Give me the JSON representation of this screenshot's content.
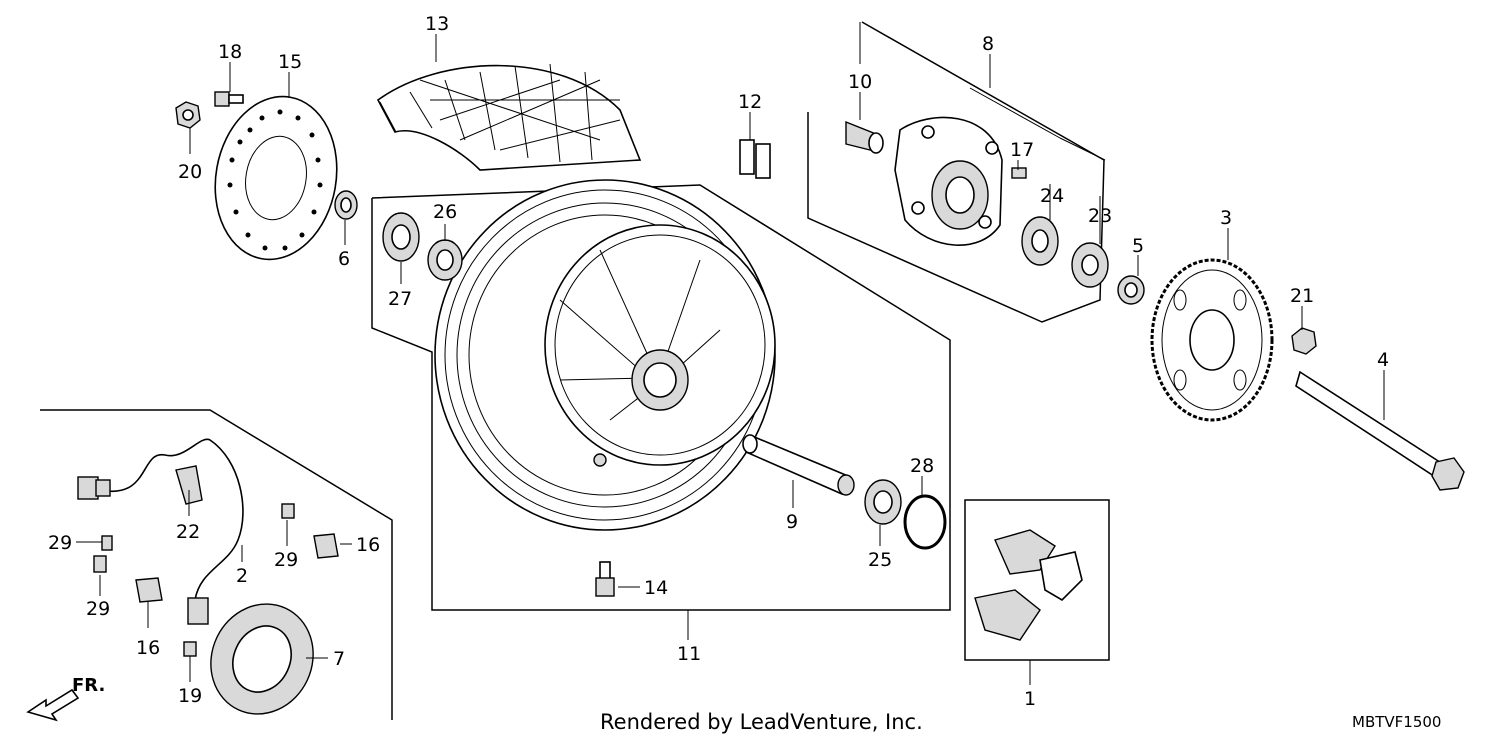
{
  "credit": "Rendered by LeadVenture, Inc.",
  "diagram_code": "MBTVF1500",
  "direction_label": "FR.",
  "callouts": {
    "c1": "1",
    "c2": "2",
    "c3": "3",
    "c4": "4",
    "c5": "5",
    "c6": "6",
    "c7": "7",
    "c8": "8",
    "c9": "9",
    "c10": "10",
    "c11": "11",
    "c12": "12",
    "c13": "13",
    "c14": "14",
    "c15": "15",
    "c16a": "16",
    "c16b": "16",
    "c17": "17",
    "c18": "18",
    "c19": "19",
    "c20": "20",
    "c21": "21",
    "c22": "22",
    "c23": "23",
    "c24": "24",
    "c25": "25",
    "c26": "26",
    "c27": "27",
    "c28": "28",
    "c29a": "29",
    "c29b": "29",
    "c29c": "29"
  }
}
